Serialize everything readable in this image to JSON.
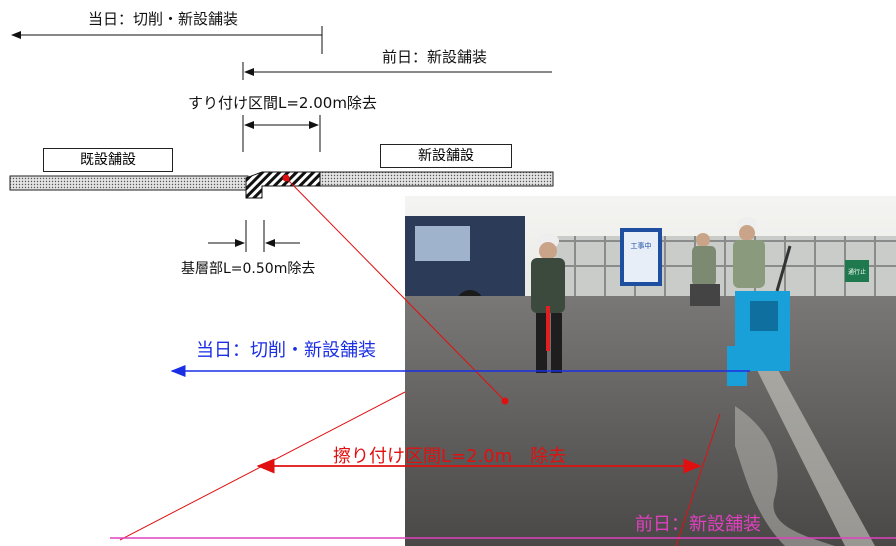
{
  "top_labels": {
    "same_day_top": "当日：切削・新設舗装",
    "prev_day_top": "前日：新設舗装",
    "rub_section_top": "すり付け区間L=2.00m除去",
    "existing_pavement": "既設舗設",
    "new_pavement": "新設舗設",
    "base_layer": "基層部L=0.50m除去"
  },
  "photo_labels": {
    "same_day": "当日：切削・新設舗装",
    "rub_section": "擦り付け区間L=2.0m　除去",
    "prev_day": "前日：新設舗装"
  },
  "photo_signs": {
    "board": "工事中",
    "small_sign": "通行止"
  },
  "colors": {
    "blue": "#1a2ee6",
    "red": "#e01010",
    "magenta": "#e040c0"
  }
}
